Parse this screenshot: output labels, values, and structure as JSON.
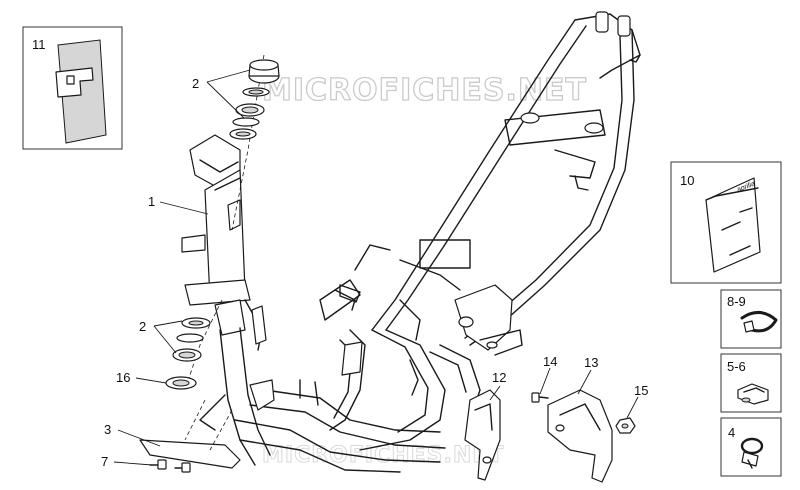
{
  "watermark": "MICROFICHES.NET",
  "callouts": {
    "c1": "1",
    "c2a": "2",
    "c2b": "2",
    "c3": "3",
    "c4": "4",
    "c56": "5-6",
    "c7": "7",
    "c89": "8-9",
    "c10": "10",
    "c11": "11",
    "c12": "12",
    "c13": "13",
    "c14": "14",
    "c15": "15",
    "c16": "16"
  },
  "bag_brand": "aprilia",
  "icons": [
    "frame-icon",
    "bearing-ring-icon",
    "bolt-icon",
    "nut-icon",
    "clamp-icon",
    "clip-icon",
    "document-bag-icon",
    "adhesive-pad-icon"
  ]
}
